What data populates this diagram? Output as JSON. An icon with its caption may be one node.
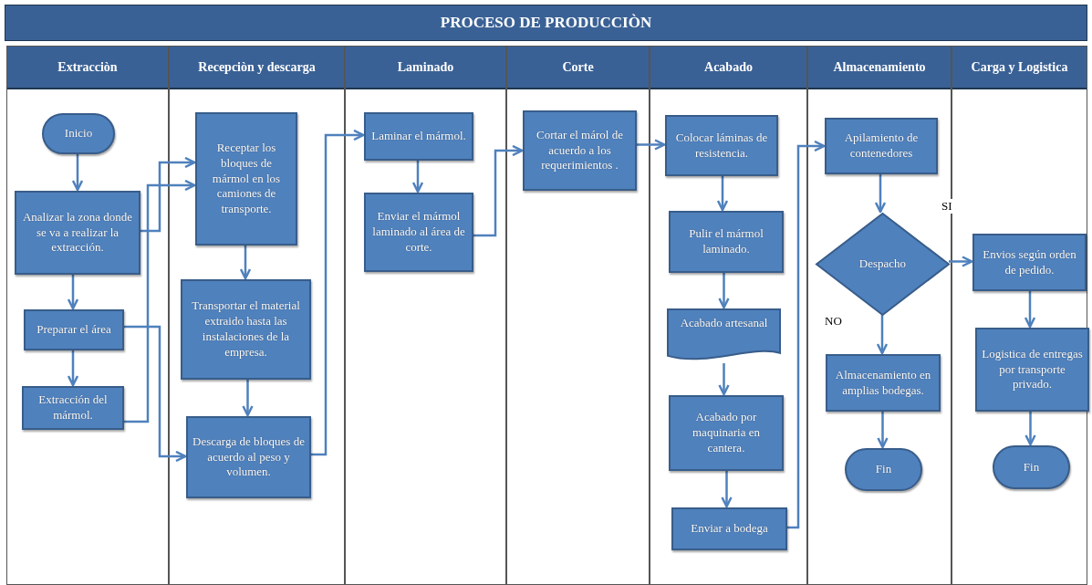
{
  "diagram": {
    "title": "PROCESO DE PRODUCCIÒN",
    "nodes": [
      {
        "text": [
          "Extracciòn"
        ]
      },
      {
        "text": [
          "Inicio"
        ],
        "in": 0
      },
      {
        "text": [
          "Analizar la zona donde se va a realizar la extracción."
        ],
        "in": 0
      },
      {
        "text": [
          "Preparar el área"
        ],
        "in": 0
      },
      {
        "text": [
          "Extracción del mármol."
        ],
        "in": 0
      },
      {
        "text": [
          "Recepciòn y descarga"
        ]
      },
      {
        "text": [
          "Receptar los bloques de mármol en los camiones de transporte."
        ],
        "in": 5
      },
      {
        "text": [
          "Transportar el material extraido hasta las instalaciones de la empresa."
        ],
        "in": 5
      },
      {
        "text": [
          "Descarga de bloques de acuerdo al peso y volumen."
        ],
        "in": 5
      },
      {
        "text": [
          "Laminado"
        ]
      },
      {
        "text": [
          "Laminar el mármol."
        ],
        "in": 9
      },
      {
        "text": [
          "Enviar el mármol laminado al área de corte."
        ],
        "in": 9
      },
      {
        "text": [
          "Corte"
        ]
      },
      {
        "text": [
          "Cortar el márol de acuerdo a los requerimientos ."
        ],
        "in": 12
      },
      {
        "text": [
          "Acabado"
        ]
      },
      {
        "text": [
          "Colocar láminas de resistencia."
        ],
        "in": 14
      },
      {
        "text": [
          "Pulir el mármol laminado."
        ],
        "in": 14
      },
      {
        "text": [
          "Acabado artesanal"
        ],
        "in": 14
      },
      {
        "text": [
          "Acabado por maquinaria en cantera."
        ],
        "in": 14
      },
      {
        "text": [
          "Enviar a bodega"
        ],
        "in": 14
      },
      {
        "text": [
          "Almacenamiento"
        ]
      },
      {
        "text": [
          "Apilamiento de contenedores"
        ],
        "in": 20
      },
      {
        "text": [
          "Despacho"
        ],
        "in": 20
      },
      {
        "text": [
          "Almacenamiento en amplias bodegas."
        ],
        "in": 20
      },
      {
        "text": [
          "Fin"
        ],
        "in": 20
      },
      {
        "text": [
          "Carga y Logistica"
        ]
      },
      {
        "text": [
          "Envios según orden de pedido."
        ],
        "in": 25
      },
      {
        "text": [
          "Logistica de entregas por transporte privado."
        ],
        "in": 25
      },
      {
        "text": [
          "Fin"
        ],
        "in": 25
      }
    ],
    "edges": [
      {
        "from": 1,
        "to": 2,
        "arrow": "to"
      },
      {
        "from": 2,
        "to": 6,
        "arrow": "to"
      },
      {
        "from": 2,
        "to": 3,
        "arrow": "to"
      },
      {
        "from": 3,
        "to": 4,
        "arrow": "to"
      },
      {
        "from": 4,
        "to": 6,
        "arrow": "to"
      },
      {
        "from": 3,
        "to": 8,
        "arrow": "to"
      },
      {
        "from": 6,
        "to": 7,
        "arrow": "to"
      },
      {
        "from": 7,
        "to": 8,
        "arrow": "to"
      },
      {
        "from": 8,
        "to": 10,
        "arrow": "to"
      },
      {
        "from": 10,
        "to": 11,
        "arrow": "to"
      },
      {
        "from": 11,
        "to": 13,
        "arrow": "to"
      },
      {
        "from": 13,
        "to": 15,
        "arrow": "to"
      },
      {
        "from": 15,
        "to": 16,
        "arrow": "to"
      },
      {
        "from": 16,
        "to": 17,
        "arrow": "to"
      },
      {
        "from": 17,
        "to": 18,
        "arrow": "to"
      },
      {
        "from": 18,
        "to": 19,
        "arrow": "to"
      },
      {
        "from": 19,
        "to": 21,
        "arrow": "to"
      },
      {
        "from": 21,
        "to": 22,
        "arrow": "to"
      },
      {
        "from": 22,
        "to": 26,
        "arrow": "to",
        "label": "SI"
      },
      {
        "from": 22,
        "to": 23,
        "arrow": "to",
        "label": "NO"
      },
      {
        "from": 23,
        "to": 24,
        "arrow": "to"
      },
      {
        "from": 26,
        "to": 27,
        "arrow": "to"
      },
      {
        "from": 27,
        "to": 28,
        "arrow": "to"
      }
    ]
  }
}
